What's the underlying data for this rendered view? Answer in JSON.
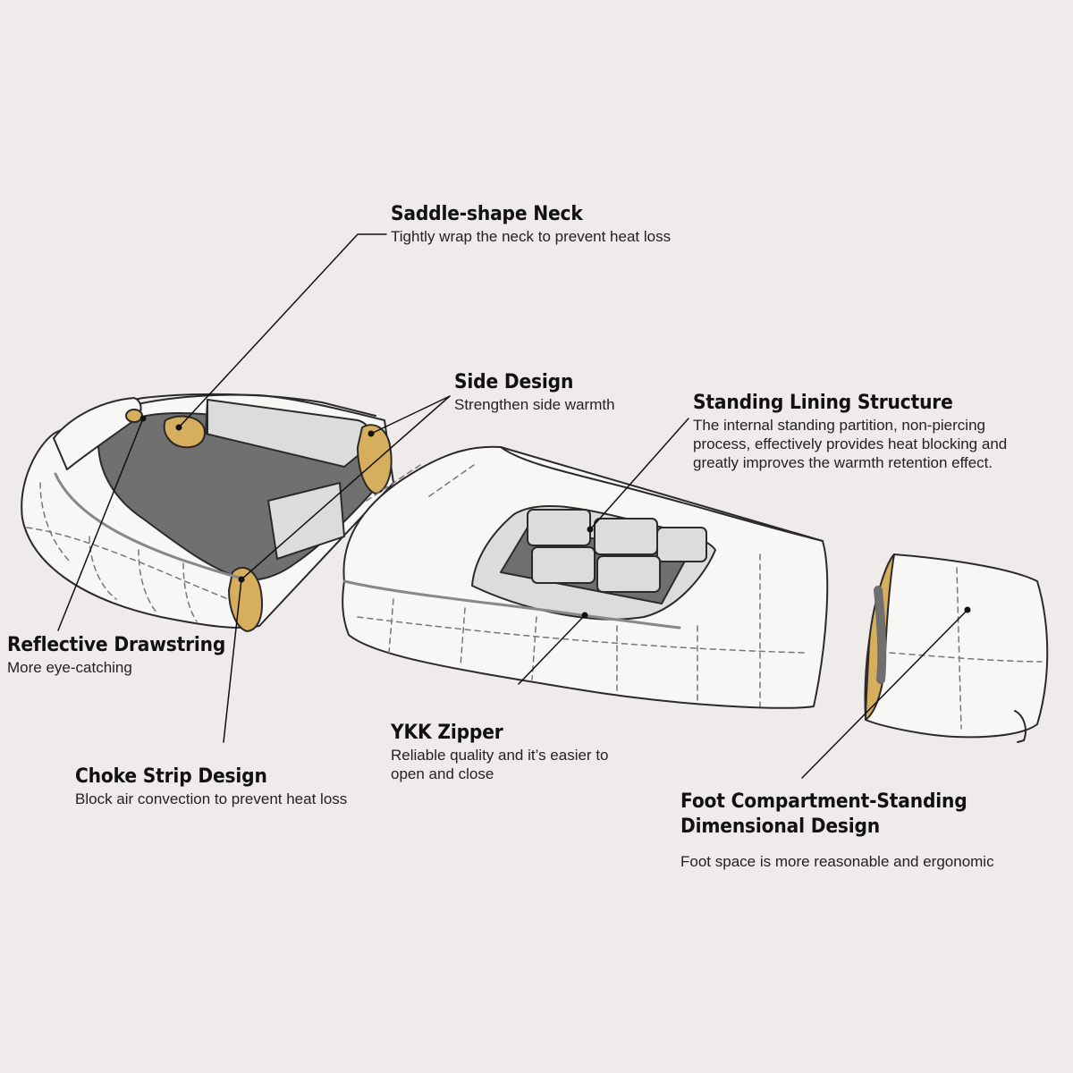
{
  "colors": {
    "background": "#efebea",
    "bag_fill": "#f7f7f5",
    "lining_gray": "#6f6f6f",
    "baffle_gray": "#dcdcdc",
    "accent_tan": "#d7ad5e",
    "outline": "#2a2a2a"
  },
  "callouts": {
    "saddle_neck": {
      "title": "Saddle-shape Neck",
      "desc": "Tightly wrap the neck to prevent heat loss"
    },
    "side_design": {
      "title": "Side Design",
      "desc": "Strengthen side warmth"
    },
    "standing_lining": {
      "title": "Standing Lining Structure",
      "desc": [
        "The internal standing partition, non-piercing",
        "process, effectively provides heat blocking and",
        "greatly improves the warmth retention effect."
      ]
    },
    "reflective_drawstring": {
      "title": "Reflective Drawstring",
      "desc": "More eye-catching"
    },
    "ykk_zipper": {
      "title": "YKK Zipper",
      "desc": [
        "Reliable quality and it’s easier to",
        "open and close"
      ]
    },
    "choke_strip": {
      "title": "Choke Strip Design",
      "desc": "Block air convection to prevent heat loss"
    },
    "foot_compartment": {
      "title": [
        "Foot Compartment-Standing",
        "Dimensional Design"
      ],
      "desc": "Foot space is more reasonable and ergonomic"
    }
  }
}
